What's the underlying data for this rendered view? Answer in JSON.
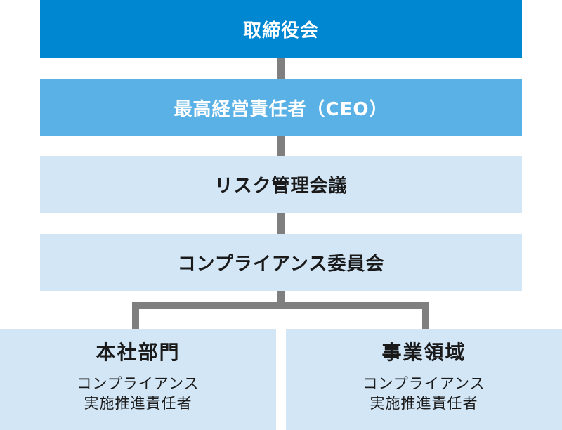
{
  "org_chart": {
    "board": "取締役会",
    "ceo": "最高経営責任者（CEO）",
    "risk_committee": "リスク管理会議",
    "compliance_committee": "コンプライアンス委員会",
    "branches": [
      {
        "title": "本社部門",
        "line1": "コンプライアンス",
        "line2": "実施推進責任者"
      },
      {
        "title": "事業領域",
        "line1": "コンプライアンス",
        "line2": "実施推進責任者"
      }
    ]
  },
  "colors": {
    "board_bg": "#0087d2",
    "ceo_bg": "#5ab1e6",
    "light_bg": "#d2e6f6",
    "connector": "#7f7f7f"
  }
}
